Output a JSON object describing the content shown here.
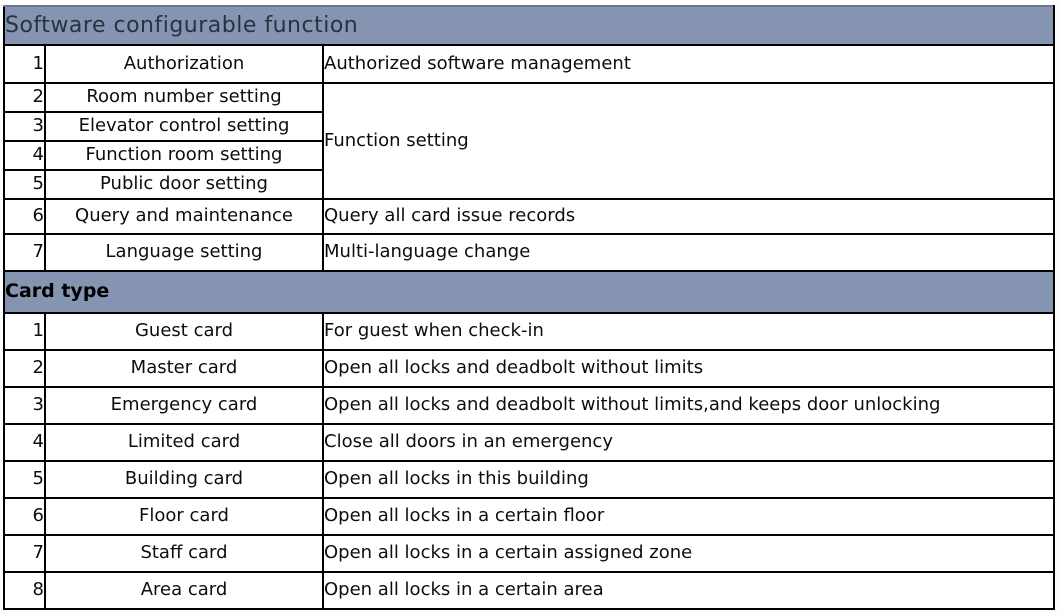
{
  "colors": {
    "band_bg": "#8594B1",
    "band_title": "#2A3240",
    "border": "#000000",
    "table_bg": "#FFFFFF"
  },
  "software_section": {
    "title": "Software configurable function",
    "rows": [
      {
        "num": "1",
        "name": "Authorization",
        "desc": "Authorized software management"
      },
      {
        "num": "2",
        "name": "Room number setting",
        "desc": "Function setting"
      },
      {
        "num": "3",
        "name": "Elevator control setting"
      },
      {
        "num": "4",
        "name": "Function room setting"
      },
      {
        "num": "5",
        "name": "Public door setting"
      },
      {
        "num": "6",
        "name": "Query and maintenance",
        "desc": "Query all card issue records"
      },
      {
        "num": "7",
        "name": "Language setting",
        "desc": "Multi-language change"
      }
    ]
  },
  "card_section": {
    "title": "Card type",
    "rows": [
      {
        "num": "1",
        "name": "Guest card",
        "desc": "For guest when check-in"
      },
      {
        "num": "2",
        "name": "Master card",
        "desc": "Open all locks and deadbolt without limits"
      },
      {
        "num": "3",
        "name": "Emergency card",
        "desc": "Open all locks and deadbolt without limits,and keeps door unlocking"
      },
      {
        "num": "4",
        "name": "Limited card",
        "desc": "Close all doors in an emergency"
      },
      {
        "num": "5",
        "name": "Building card",
        "desc": "Open all locks in this building"
      },
      {
        "num": "6",
        "name": "Floor card",
        "desc": "Open all locks in a certain floor"
      },
      {
        "num": "7",
        "name": "Staff card",
        "desc": "Open all locks in a certain assigned zone"
      },
      {
        "num": "8",
        "name": "Area card",
        "desc": "Open all locks in a certain area"
      }
    ]
  }
}
